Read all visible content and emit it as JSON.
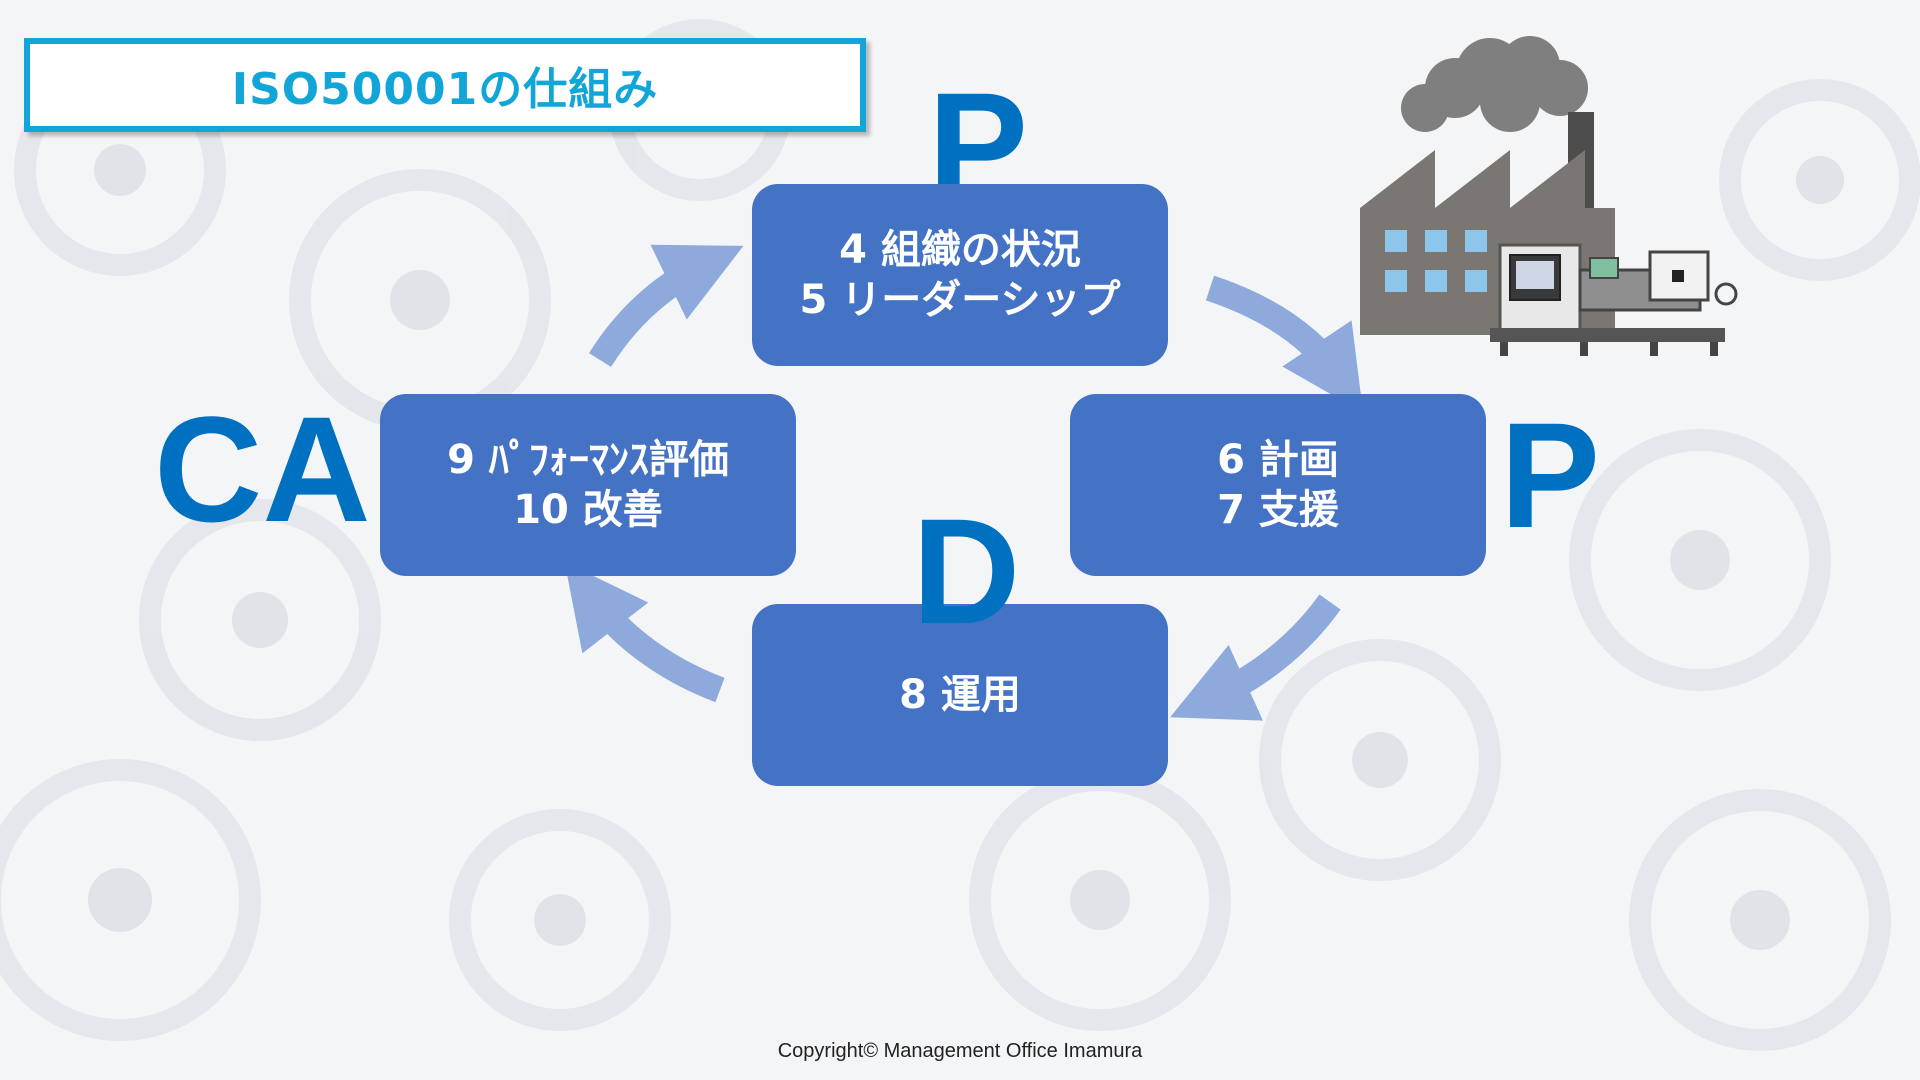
{
  "title": "ISO50001の仕組み",
  "phases": {
    "plan_top": "P",
    "plan_right": "P",
    "do": "D",
    "check_act": "CA"
  },
  "boxes": {
    "plan1": {
      "line1": "4 組織の状況",
      "line2": "5 リーダーシップ"
    },
    "plan2": {
      "line1": "6 計画",
      "line2": "7 支援"
    },
    "do": {
      "line1": "8 運用"
    },
    "check": {
      "line1": "9 ﾊﾟﾌｫｰﾏﾝｽ評価",
      "line2": "10 改善"
    }
  },
  "footer": {
    "copyright": "Copyright© Management Office Imamura"
  },
  "colors": {
    "title_accent": "#12a6d8",
    "box_fill": "#4472c4",
    "phase_letter": "#0070c0",
    "arrow": "#8ea9db"
  },
  "icons": [
    "factory-illustration",
    "curved-arrow"
  ]
}
